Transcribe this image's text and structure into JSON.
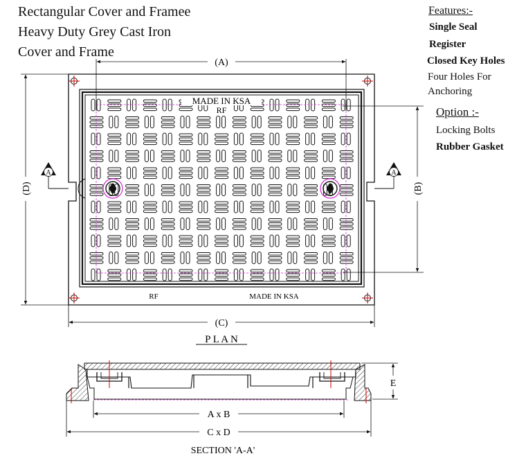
{
  "title": {
    "line1": "Rectangular Cover and Framee",
    "line2": "Heavy Duty Grey Cast Iron",
    "line3": "Cover and Frame"
  },
  "features": {
    "heading": "Features:-",
    "items": [
      "Single Seal",
      "Register",
      "Closed Key Holes",
      "Four Holes For",
      "Anchoring"
    ]
  },
  "option": {
    "heading": "Option :-",
    "items": [
      "Locking Bolts",
      "Rubber Gasket"
    ]
  },
  "plan": {
    "dim_a": "(A)",
    "dim_b": "(B)",
    "dim_c": "(C)",
    "dim_d": "(D)",
    "section_marker": "A",
    "cover_mark_top": "MADE  IN  KSA",
    "cover_mark_rf": "RF",
    "frame_mark_left": "RF",
    "frame_mark_right": "MADE  IN  KSA",
    "caption": "P L A N"
  },
  "section": {
    "dim_e": "E",
    "dim_axb": "A x B",
    "dim_cxd": "C x D",
    "caption": "SECTION 'A-A'"
  }
}
